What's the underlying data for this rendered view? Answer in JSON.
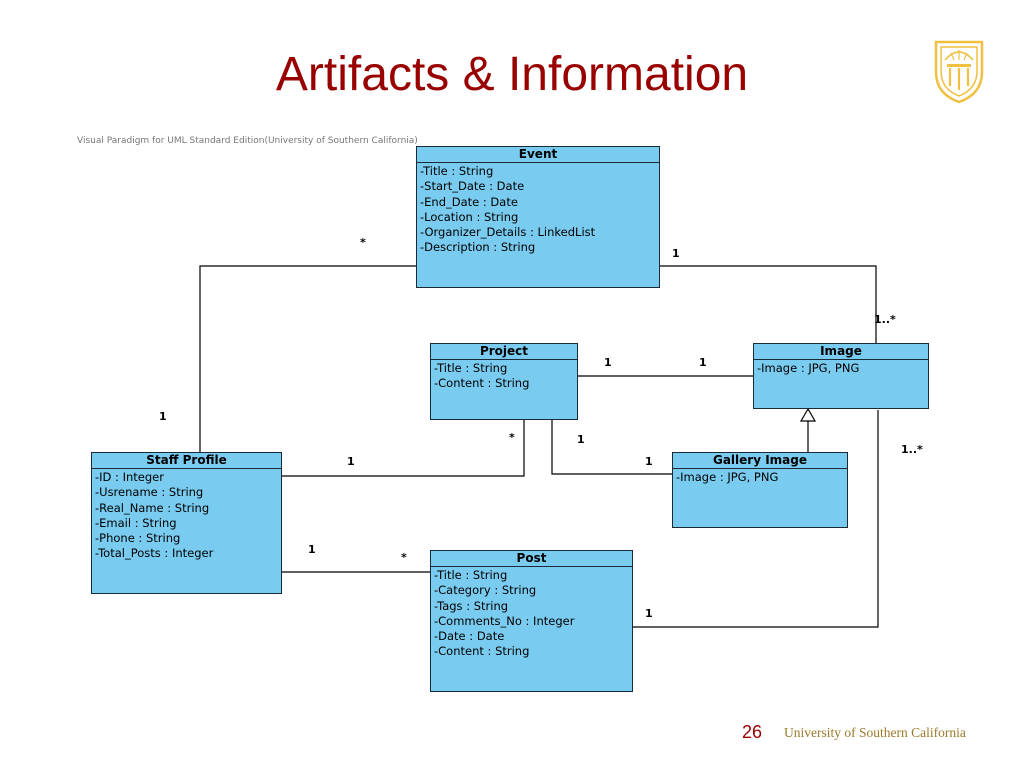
{
  "slide": {
    "title": "Artifacts & Information",
    "watermark": "Visual Paradigm for UML Standard Edition(University of Southern California)",
    "page_number": "26",
    "university": "University of Southern California"
  },
  "classes": {
    "event": {
      "name": "Event",
      "attributes": [
        "-Title : String",
        "-Start_Date : Date",
        "-End_Date : Date",
        "-Location : String",
        "-Organizer_Details : LinkedList",
        "-Description : String"
      ]
    },
    "project": {
      "name": "Project",
      "attributes": [
        "-Title : String",
        "-Content : String"
      ]
    },
    "image": {
      "name": "Image",
      "attributes": [
        "-Image : JPG, PNG"
      ]
    },
    "gallery_image": {
      "name": "Gallery Image",
      "attributes": [
        "-Image : JPG, PNG"
      ]
    },
    "staff_profile": {
      "name": "Staff Profile",
      "attributes": [
        "-ID : Integer",
        "-Usrename : String",
        "-Real_Name : String",
        "-Email : String",
        "-Phone : String",
        "-Total_Posts : Integer"
      ]
    },
    "post": {
      "name": "Post",
      "attributes": [
        "-Title : String",
        "-Category : String",
        "-Tags : String",
        "-Comments_No : Integer",
        "-Date : Date",
        "-Content : String"
      ]
    }
  },
  "associations": {
    "staff_event": {
      "staff_end": "1",
      "event_end": "*"
    },
    "event_image": {
      "event_end": "1",
      "image_end": "1..*"
    },
    "project_image": {
      "project_end": "1",
      "image_end": "1"
    },
    "staff_project": {
      "staff_end": "1",
      "project_end": "*"
    },
    "project_gallery": {
      "project_end": "1",
      "gallery_end": "1"
    },
    "staff_post": {
      "staff_end": "1",
      "post_end": "*"
    },
    "post_image": {
      "post_end": "1",
      "image_end": "1..*"
    }
  },
  "generalization": {
    "child": "Gallery Image",
    "parent": "Image"
  },
  "colors": {
    "title": "#990000",
    "class_fill": "#79cbf0",
    "class_border": "#1a2a36",
    "seal": "#f0c040",
    "university_text": "#9a7a2a"
  }
}
